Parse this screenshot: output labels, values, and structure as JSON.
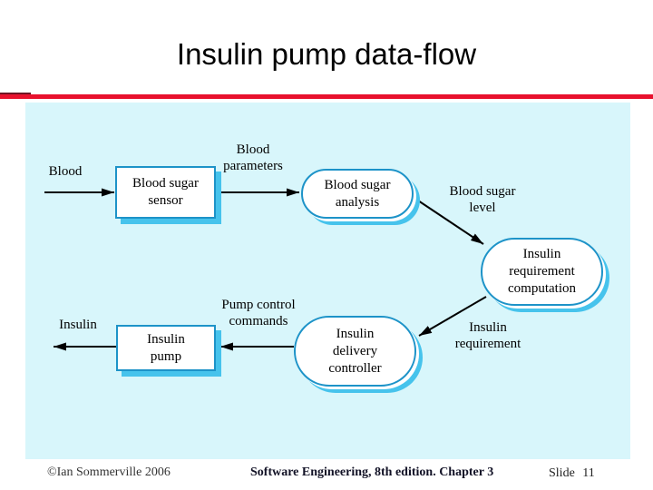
{
  "slide": {
    "title": "Insulin pump data-flow",
    "footer": {
      "copyright": "©Ian Sommerville 2006",
      "book": "Software Engineering, 8th edition. Chapter 3",
      "slide_number": "Slide 11"
    },
    "colors": {
      "accent_red": "#e8112d",
      "accent_red_dark": "#701423",
      "panel_bg": "#d8f6fb",
      "node_border": "#1d93c8",
      "node_shadow": "#46c3ec",
      "arrow": "#000000"
    }
  },
  "diagram": {
    "nodes": [
      {
        "id": "blood-sugar-sensor",
        "shape": "rectangle",
        "label": "Blood sugar\nsensor"
      },
      {
        "id": "blood-sugar-analysis",
        "shape": "rounded",
        "label": "Blood sugar\nanalysis"
      },
      {
        "id": "insulin-requirement-computation",
        "shape": "rounded",
        "label": "Insulin\nrequirement\ncomputation"
      },
      {
        "id": "insulin-delivery-controller",
        "shape": "rounded",
        "label": "Insulin\ndelivery\ncontroller"
      },
      {
        "id": "insulin-pump",
        "shape": "rectangle",
        "label": "Insulin\npump"
      }
    ],
    "labels": [
      {
        "id": "blood",
        "text": "Blood"
      },
      {
        "id": "blood-parameters",
        "text": "Blood\nparameters"
      },
      {
        "id": "blood-sugar-level",
        "text": "Blood sugar\nlevel"
      },
      {
        "id": "insulin-requirement",
        "text": "Insulin\nrequirement"
      },
      {
        "id": "pump-control-commands",
        "text": "Pump control\ncommands"
      },
      {
        "id": "insulin",
        "text": "Insulin"
      }
    ],
    "edges": [
      {
        "from": "blood",
        "to": "blood-sugar-sensor"
      },
      {
        "from": "blood-sugar-sensor",
        "to": "blood-sugar-analysis",
        "label": "Blood parameters"
      },
      {
        "from": "blood-sugar-analysis",
        "to": "insulin-requirement-computation",
        "label": "Blood sugar level"
      },
      {
        "from": "insulin-requirement-computation",
        "to": "insulin-delivery-controller",
        "label": "Insulin requirement"
      },
      {
        "from": "insulin-delivery-controller",
        "to": "insulin-pump",
        "label": "Pump control commands"
      },
      {
        "from": "insulin-pump",
        "to": "insulin"
      }
    ]
  }
}
